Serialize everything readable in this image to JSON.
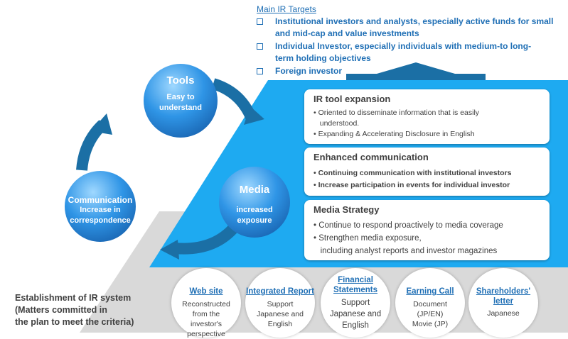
{
  "targets": {
    "title": "Main IR Targets",
    "items": [
      {
        "line1": "Institutional investors and analysts, especially active funds for small",
        "line2": "and mid-cap and value investments"
      },
      {
        "line1": "Individual Investor, especially individuals with medium-to long-",
        "line2": "term holding objectives"
      },
      {
        "line1": "Foreign investor",
        "line2": ""
      }
    ]
  },
  "cycle": {
    "tools": {
      "title": "Tools",
      "line1": "Easy to",
      "line2": "understand"
    },
    "media": {
      "title": "Media",
      "line1": "increased",
      "line2": "exposure"
    },
    "communication": {
      "title": "Communication",
      "line1": "Increase in",
      "line2": "correspondence"
    }
  },
  "cards": [
    {
      "title": "IR tool expansion",
      "bullets": [
        "• Oriented to disseminate information that is easily",
        "   understood.",
        "• Expanding & Accelerating Disclosure in English"
      ]
    },
    {
      "title": "Enhanced communication",
      "bullets": [
        "• Continuing communication with institutional investors",
        "• Increase participation in events for individual investor"
      ]
    },
    {
      "title": "Media Strategy",
      "bullets": [
        "• Continue to respond proactively to media coverage",
        "• Strengthen media exposure,",
        "   including analyst reports and investor magazines"
      ]
    }
  ],
  "system": {
    "line1": "Establishment of IR system",
    "line2": "(Matters committed in",
    "line3": "the plan to meet the criteria)"
  },
  "bottom": [
    {
      "title": "Web site",
      "desc": [
        "Reconstructed",
        "from the",
        "investor's perspective"
      ]
    },
    {
      "title": "Integrated Report",
      "desc": [
        "Support",
        "Japanese and",
        "English"
      ]
    },
    {
      "title": "Financial Statements",
      "desc": [
        "Support",
        "Japanese and",
        "English"
      ]
    },
    {
      "title": "Earning Call",
      "desc": [
        "Document",
        "(JP/EN)",
        "Movie (JP)"
      ]
    },
    {
      "title": "Shareholders' letter",
      "desc": [
        "Japanese"
      ]
    }
  ],
  "colors": {
    "accent": "#1f6fb5",
    "panel": "#1eaaf1",
    "arrow": "#1b6fa5",
    "grey": "#d9d9d9"
  }
}
